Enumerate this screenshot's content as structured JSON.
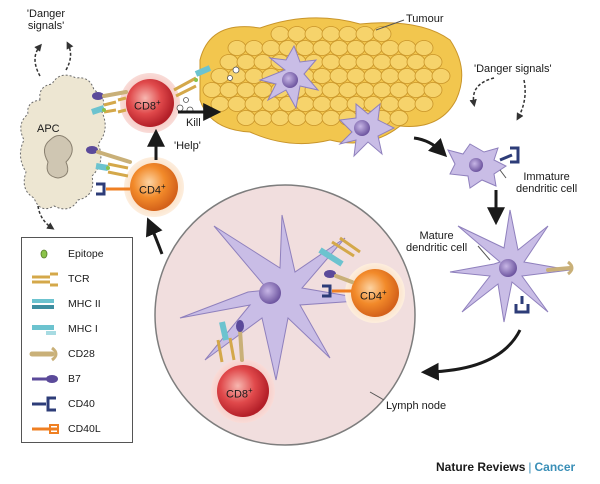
{
  "labels": {
    "danger_signals_left": "'Danger\nsignals'",
    "danger_signals_right": "'Danger signals'",
    "apc": "APC",
    "cd8": "CD8",
    "cd4": "CD4",
    "plus": "+",
    "kill": "Kill",
    "help": "'Help'",
    "tumour": "Tumour",
    "immature_dc": "Immature\ndendritic cell",
    "mature_dc": "Mature\ndendritic cell",
    "lymph_node": "Lymph node"
  },
  "legend": [
    {
      "icon": "epitope",
      "label": "Epitope"
    },
    {
      "icon": "tcr",
      "label": "TCR"
    },
    {
      "icon": "mhc2",
      "label": "MHC II"
    },
    {
      "icon": "mhc1",
      "label": "MHC I"
    },
    {
      "icon": "cd28",
      "label": "CD28"
    },
    {
      "icon": "b7",
      "label": "B7"
    },
    {
      "icon": "cd40",
      "label": "CD40"
    },
    {
      "icon": "cd40l",
      "label": "CD40L"
    }
  ],
  "footer": {
    "journal": "Nature Reviews",
    "separator": "|",
    "section": "Cancer"
  },
  "colors": {
    "tumour_fill": "#f2c64e",
    "tumour_stroke": "#c9952a",
    "dendritic": "#c9bde6",
    "dendritic_nucleus": "#8a72b8",
    "lymph_node": "#f1dede",
    "cd8_cell": "#d8333a",
    "cd4_cell": "#ef7f22",
    "apc": "#ede6d2",
    "tcr": "#d4a84a",
    "mhc": "#6cc3cf",
    "cd28": "#c9b078",
    "b7": "#5b4a9a",
    "cd40": "#2d3c78",
    "cd40l": "#ef7f22",
    "epitope": "#8bc34a"
  }
}
